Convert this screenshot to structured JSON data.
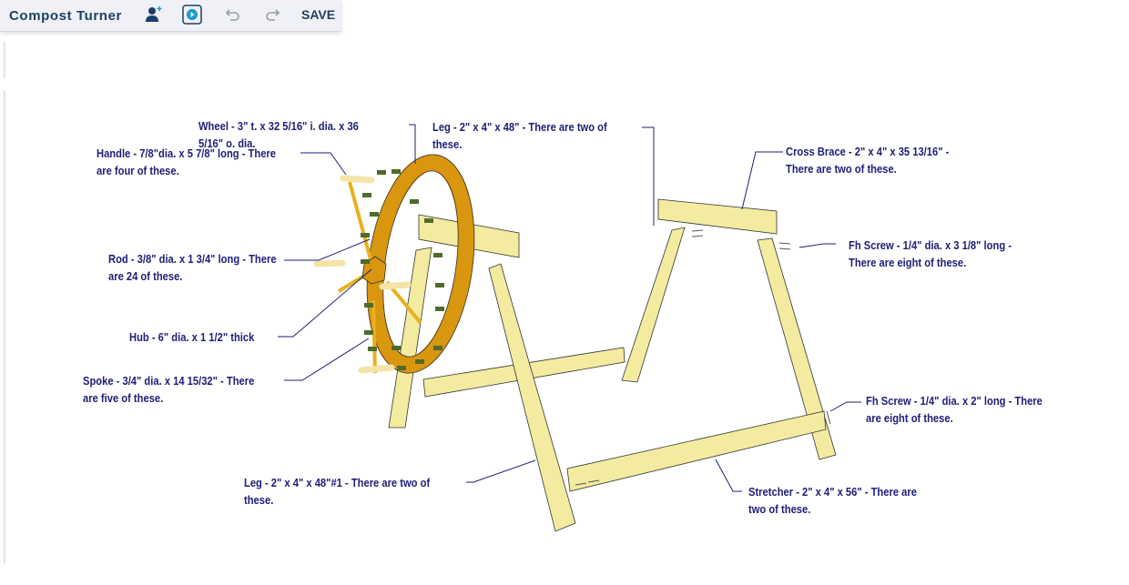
{
  "toolbar": {
    "title": "Compost Turner",
    "icons": [
      "add-user-icon",
      "play-icon",
      "undo-icon",
      "redo-icon"
    ],
    "save_label": "SAVE"
  },
  "colors": {
    "label": "#1e1e78",
    "wood": "#f3eba0",
    "wheel": "#d9960f",
    "rod": "#4f6b2b",
    "toolbar_text": "#1d3f66"
  },
  "labels": {
    "wheel": [
      "Wheel - 3\" t. x 32 5/16\" i. dia. x 36",
      "5/16\" o. dia."
    ],
    "handle": [
      "Handle - 7/8\"dia. x 5 7/8\" long - There",
      "are four of these."
    ],
    "leg_top": [
      "Leg - 2\" x 4\" x 48\" - There are two of",
      "these."
    ],
    "cross_brace": [
      "Cross Brace - 2\" x 4\" x 35 13/16\" -",
      "There are two of these."
    ],
    "fh_screw_long": [
      "Fh Screw - 1/4\" dia. x 3 1/8\" long -",
      "There are eight of these."
    ],
    "rod": [
      "Rod - 3/8\" dia. x 1 3/4\" long - There",
      "are 24 of these."
    ],
    "hub": [
      "Hub - 6\" dia. x 1 1/2\" thick"
    ],
    "spoke": [
      "Spoke - 3/4\" dia. x 14 15/32\" - There",
      "are five of these."
    ],
    "fh_screw_short": [
      "Fh Screw - 1/4\" dia. x 2\" long - There",
      "are eight of these."
    ],
    "leg_bottom": [
      "Leg - 2\" x 4\" x 48\"#1 - There are two of",
      "these."
    ],
    "stretcher": [
      "Stretcher - 2\" x 4\" x 56\" - There are",
      "two of these."
    ]
  }
}
